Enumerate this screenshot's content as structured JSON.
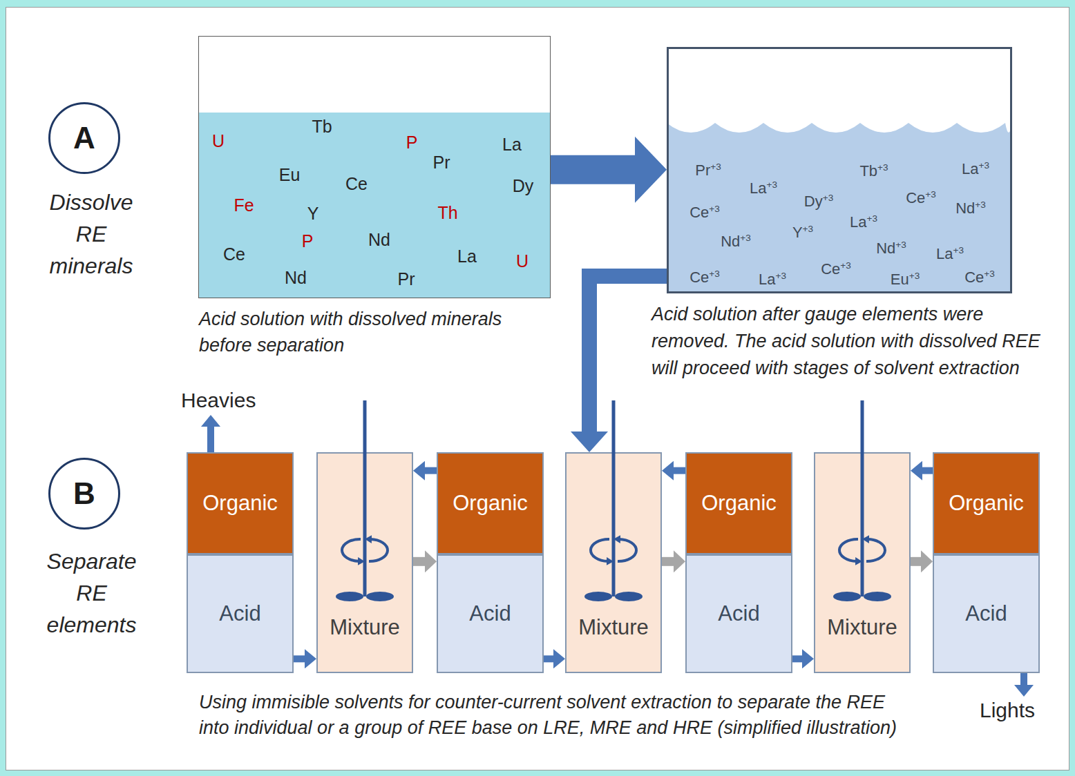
{
  "diagram": {
    "nodes": [
      {
        "text": [
          "A"
        ]
      },
      {
        "text": [
          "U",
          "Tb",
          "P",
          "Pr",
          "La",
          "Eu",
          "Ce",
          "Dy",
          "Fe",
          "Y",
          "Th",
          "P",
          "Nd",
          "Ce",
          "La",
          "U",
          "Nd",
          "Pr"
        ]
      },
      {
        "text": [
          "Pr+3",
          "La+3",
          "Tb+3",
          "La+3",
          "Ce+3",
          "Dy+3",
          "Ce+3",
          "Nd+3",
          "Nd+3",
          "Y+3",
          "La+3",
          "Nd+3",
          "La+3",
          "Ce+3",
          "La+3",
          "Ce+3",
          "Eu+3",
          "Ce+3"
        ]
      },
      {
        "text": [
          "B"
        ]
      },
      {
        "text": [
          "Organic"
        ]
      },
      {
        "text": [
          "Acid"
        ]
      },
      {
        "text": [
          "Mixture"
        ]
      },
      {
        "text": [
          "Organic"
        ]
      },
      {
        "text": [
          "Acid"
        ]
      },
      {
        "text": [
          "Mixture"
        ]
      },
      {
        "text": [
          "Organic"
        ]
      },
      {
        "text": [
          "Acid"
        ]
      },
      {
        "text": [
          "Mixture"
        ]
      },
      {
        "text": [
          "Organic"
        ]
      },
      {
        "text": [
          "Acid"
        ]
      }
    ],
    "edges": [
      {
        "from": 1,
        "to": 2,
        "arrow": "to"
      },
      {
        "from": 2,
        "to": 9,
        "arrow": "to"
      },
      {
        "from": 5,
        "to": 6,
        "arrow": "to"
      },
      {
        "from": 6,
        "to": 8,
        "arrow": "to"
      },
      {
        "from": 7,
        "to": 6,
        "arrow": "to"
      },
      {
        "from": 8,
        "to": 9,
        "arrow": "to"
      },
      {
        "from": 9,
        "to": 11,
        "arrow": "to"
      },
      {
        "from": 10,
        "to": 9,
        "arrow": "to"
      },
      {
        "from": 11,
        "to": 12,
        "arrow": "to"
      },
      {
        "from": 12,
        "to": 14,
        "arrow": "to"
      },
      {
        "from": 13,
        "to": 12,
        "arrow": "to"
      }
    ],
    "labels": [
      "Dissolve RE minerals",
      "Acid solution with dissolved minerals before separation",
      "Acid solution after gauge elements were removed. The acid solution with dissolved REE will proceed with stages of solvent extraction",
      "Heavies",
      "Separate RE elements",
      "Using immisible solvents for counter-current solvent extraction to separate the REE into individual or a group of REE base on LRE, MRE and HRE (simplified illustration)",
      "Lights"
    ]
  }
}
